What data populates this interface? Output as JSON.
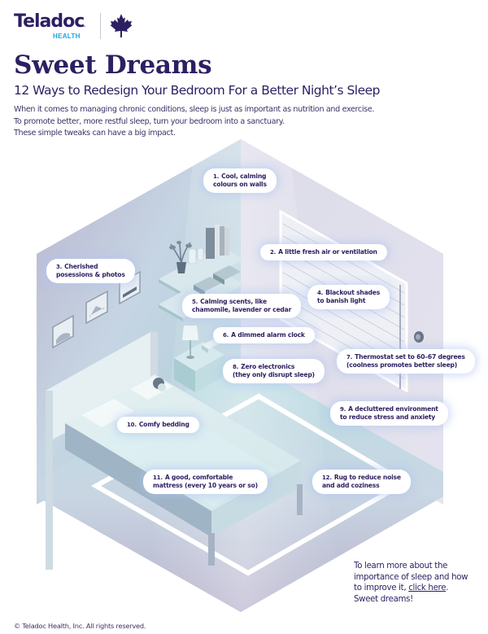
{
  "brand": {
    "name": "Teladoc",
    "trademark": "™",
    "sub": "HEALTH",
    "icon": "maple-leaf-icon",
    "colors": {
      "navy": "#2d1f62",
      "cyan": "#1fa2dc"
    }
  },
  "header": {
    "title": "Sweet Dreams",
    "subtitle": "12 Ways to Redesign Your Bedroom For a Better Night’s Sleep",
    "intro": [
      "When it comes to managing chronic conditions, sleep is just as important as nutrition and exercise.",
      "To promote better, more restful sleep, turn your bedroom into a sanctuary.",
      "These simple tweaks can have a big impact."
    ]
  },
  "tips": [
    {
      "num": "1.",
      "lines": [
        "Cool, calming",
        "colours on walls"
      ]
    },
    {
      "num": "2.",
      "lines": [
        "A little fresh air or ventilation"
      ]
    },
    {
      "num": "3.",
      "lines": [
        "Cherished",
        "posessions & photos"
      ]
    },
    {
      "num": "4.",
      "lines": [
        "Blackout shades",
        "to banish light"
      ]
    },
    {
      "num": "5.",
      "lines": [
        "Calming scents, like",
        "chamomile,  lavender or cedar"
      ]
    },
    {
      "num": "6.",
      "lines": [
        "A dimmed alarm clock"
      ]
    },
    {
      "num": "7.",
      "lines": [
        "Thermostat set to 60–67 degrees",
        "(coolness promotes better sleep)"
      ]
    },
    {
      "num": "8.",
      "lines": [
        "Zero electronics",
        "(they only disrupt sleep)"
      ]
    },
    {
      "num": "9.",
      "lines": [
        "A decluttered environment",
        "to reduce stress and anxiety"
      ]
    },
    {
      "num": "10.",
      "lines": [
        "Comfy bedding"
      ]
    },
    {
      "num": "11.",
      "lines": [
        "A good, comfortable",
        "mattress (every 10 years or so)"
      ]
    },
    {
      "num": "12.",
      "lines": [
        "Rug to reduce noise",
        "and add coziness"
      ]
    }
  ],
  "footer": {
    "note_line1": "To learn more about the",
    "note_line2": "importance of sleep and how",
    "note_line3_pre": "to improve it, ",
    "note_link": "click here",
    "note_line3_post": ".",
    "note_line4": "Sweet dreams!",
    "copyright": "© Teladoc Health, Inc. All rights reserved."
  }
}
